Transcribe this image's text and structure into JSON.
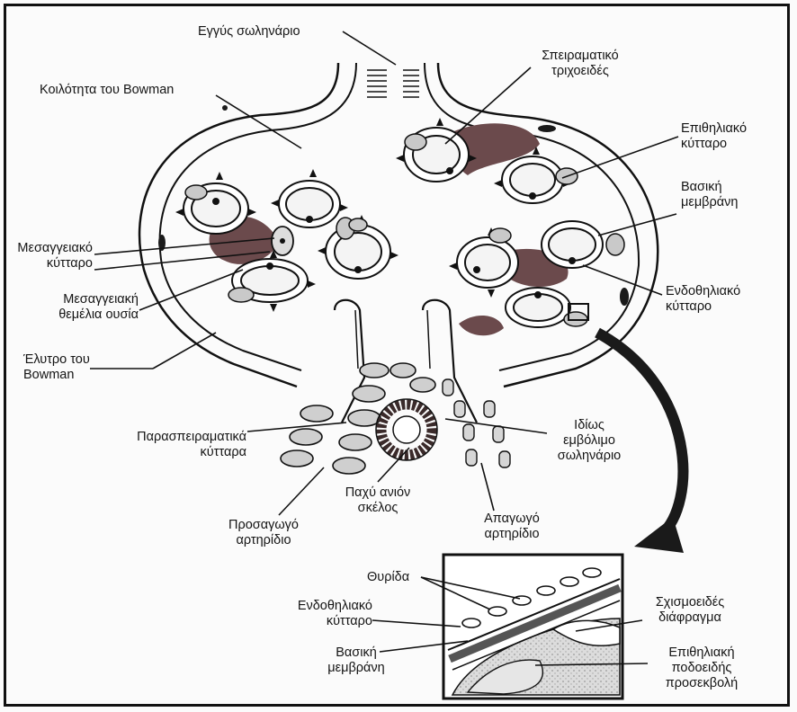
{
  "labels": {
    "proximal_tubule": "Εγγύς σωληνάριο",
    "bowman_space": "Κοιλότητα του Bowman",
    "glomerular_capillary": [
      "Σπειραματικό",
      "τριχοειδές"
    ],
    "epithelial_cell": [
      "Επιθηλιακό",
      "κύτταρο"
    ],
    "basement_membrane": [
      "Βασική",
      "μεμβράνη"
    ],
    "mesangial_cell": [
      "Μεσαγγειακό",
      "κύτταρο"
    ],
    "mesangial_matrix": [
      "Μεσαγγειακή",
      "θεμέλια ουσία"
    ],
    "endothelial_cell": [
      "Ενδοθηλιακό",
      "κύτταρο"
    ],
    "bowman_capsule": [
      "Έλυτρο του",
      "Bowman"
    ],
    "juxtaglomerular_cells": [
      "Παρασπειραματικά",
      "κύτταρα"
    ],
    "macula_densa": [
      "Ιδίως",
      "εμβόλιμο",
      "σωληνάριο"
    ],
    "thick_ascending_limb": [
      "Παχύ ανιόν",
      "σκέλος"
    ],
    "afferent_arteriole": [
      "Προσαγωγό",
      "αρτηρίδιο"
    ],
    "efferent_arteriole": [
      "Απαγωγό",
      "αρτηρίδιο"
    ]
  },
  "inset_labels": {
    "fenestra": "Θυρίδα",
    "endothelial_cell": [
      "Ενδοθηλιακό",
      "κύτταρο"
    ],
    "basement_membrane": [
      "Βασική",
      "μεμβράνη"
    ],
    "slit_diaphragm": [
      "Σχισμοειδές",
      "διάφραγμα"
    ],
    "podocyte_foot_process": [
      "Επιθηλιακή",
      "ποδοειδής",
      "προσεκβολή"
    ]
  }
}
